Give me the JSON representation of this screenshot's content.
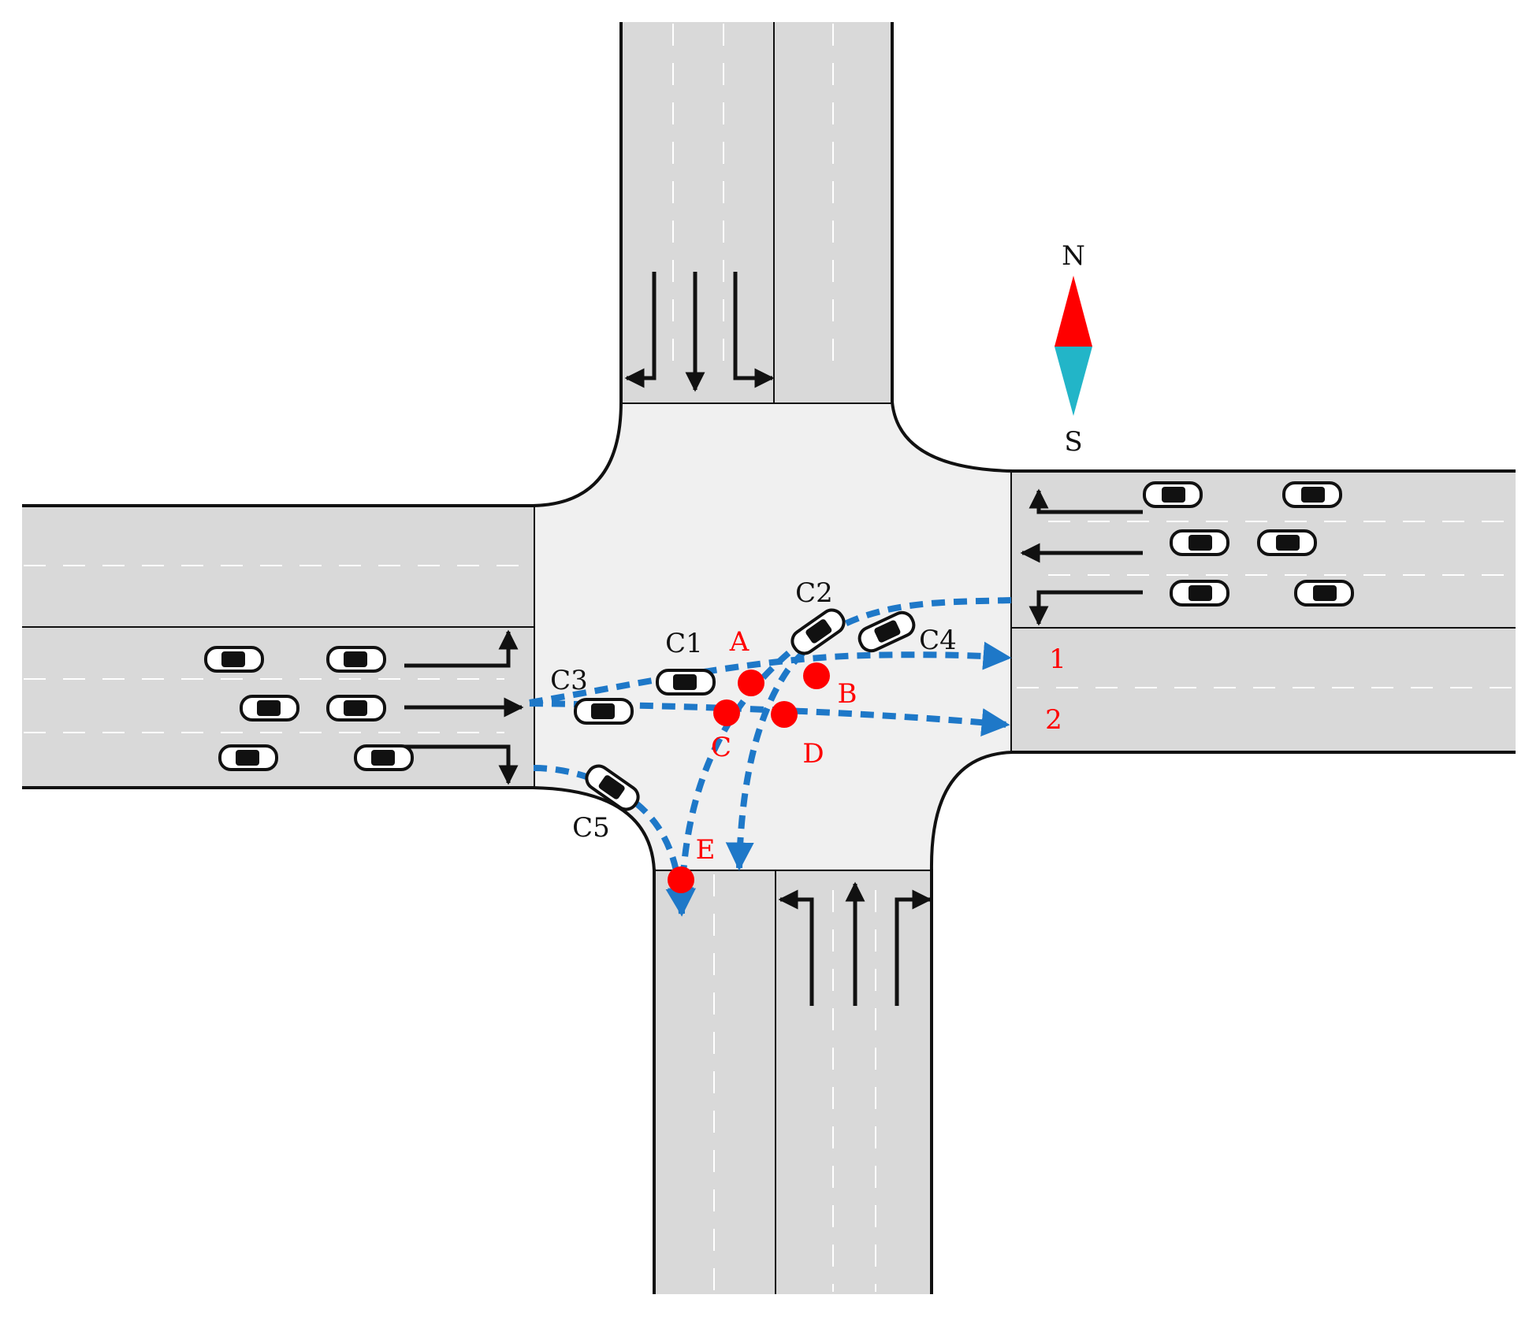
{
  "compass": {
    "north_label": "N",
    "south_label": "S",
    "north_color": "#ff0000",
    "south_color": "#22b5c8"
  },
  "vehicles": [
    {
      "label": "C1"
    },
    {
      "label": "C2"
    },
    {
      "label": "C3"
    },
    {
      "label": "C4"
    },
    {
      "label": "C5"
    }
  ],
  "conflict_points": [
    {
      "label": "A"
    },
    {
      "label": "B"
    },
    {
      "label": "C"
    },
    {
      "label": "D"
    },
    {
      "label": "E"
    }
  ],
  "exit_lanes": [
    {
      "label": "1"
    },
    {
      "label": "2"
    }
  ],
  "colors": {
    "road": "#d9d9d9",
    "junction": "#f0f0f0",
    "trajectory": "#1e78c8",
    "conflict_point": "#ff0000"
  }
}
